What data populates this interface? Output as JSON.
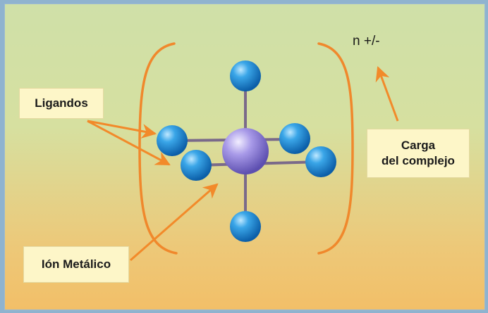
{
  "labels": {
    "ligandos": "Ligandos",
    "ion_metalico": "Ión Metálico",
    "carga_line1": "Carga",
    "carga_line2": "del complejo",
    "charge": "n +/-"
  },
  "colors": {
    "arrow": "#f28a2a",
    "bracket": "#f0882c",
    "ligand": "#1f8fd8",
    "metal": "#9c8fe0",
    "bond": "#7a6a8a"
  },
  "icons": [
    "ligand-sphere-icon",
    "metal-ion-sphere-icon",
    "arrow-icon"
  ]
}
